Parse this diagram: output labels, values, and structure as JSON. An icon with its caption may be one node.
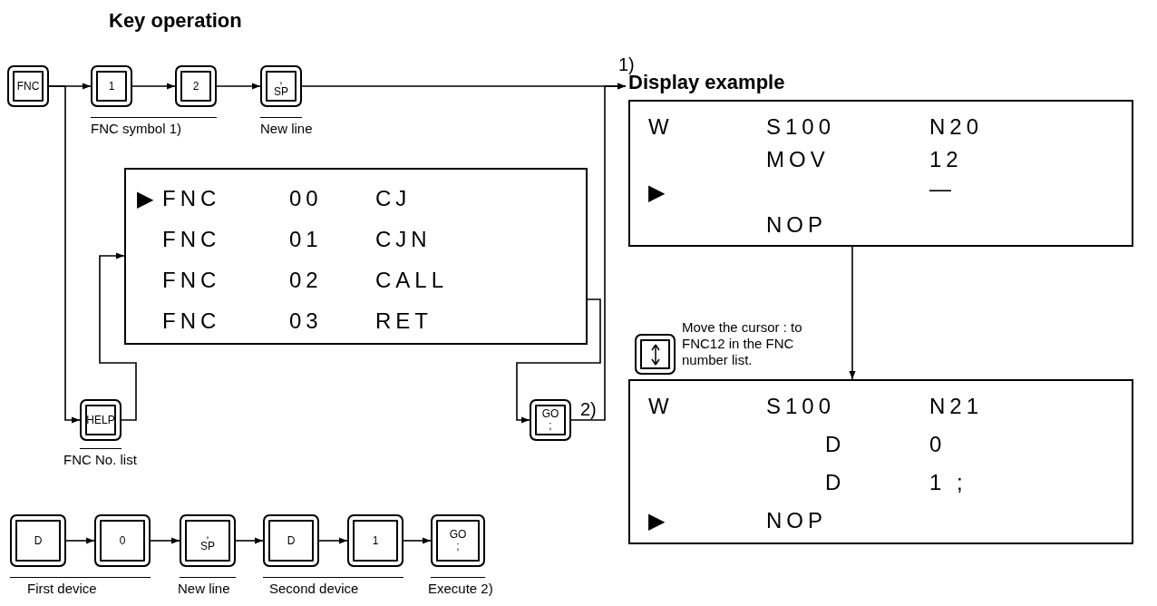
{
  "diagram": {
    "nodes": [
      {
        "text": [
          "FNC"
        ]
      },
      {
        "text": [
          "1"
        ]
      },
      {
        "text": [
          "2"
        ]
      },
      {
        "text": [
          ",",
          "SP"
        ]
      },
      {
        "text": [
          "HELP"
        ]
      },
      {
        "text": [
          "▶",
          "FNC",
          "00",
          "CJ",
          "FNC",
          "01",
          "CJN",
          "FNC",
          "02",
          "CALL",
          "FNC",
          "03",
          "RET"
        ]
      },
      {
        "text": [
          "GO",
          ";"
        ]
      },
      {
        "text": [
          "W",
          "S100",
          "N20",
          "MOV",
          "12",
          "▶",
          "—",
          "NOP"
        ]
      },
      {
        "text": [
          "W",
          "S100",
          "N21",
          "D",
          "0",
          "D",
          "1 ;",
          "▶",
          "NOP"
        ]
      },
      {
        "text": [],
        "shape": "box",
        "beside": [
          "Move the cursor : to FNC12 in the FNC number list."
        ]
      },
      {
        "text": [
          "D"
        ]
      },
      {
        "text": [
          "0"
        ]
      },
      {
        "text": [
          ",",
          "SP"
        ]
      },
      {
        "text": [
          "D"
        ]
      },
      {
        "text": [
          "1"
        ]
      },
      {
        "text": [
          "GO",
          ";"
        ]
      }
    ],
    "edges": [
      {
        "from": 0,
        "to": 1,
        "arrow": "to"
      },
      {
        "from": 0,
        "to": 4,
        "arrow": "to"
      },
      {
        "from": 1,
        "to": 2,
        "arrow": "to"
      },
      {
        "from": 2,
        "to": 3,
        "arrow": "to"
      },
      {
        "from": 3,
        "to": 7,
        "arrow": "to"
      },
      {
        "from": 4,
        "to": 5,
        "arrow": "to"
      },
      {
        "from": 5,
        "to": 6,
        "arrow": "to"
      },
      {
        "from": 6,
        "to": 7,
        "arrow": "to"
      },
      {
        "from": 7,
        "to": 8,
        "arrow": "to"
      },
      {
        "from": 10,
        "to": 11,
        "arrow": "to"
      },
      {
        "from": 11,
        "to": 12,
        "arrow": "to"
      },
      {
        "from": 12,
        "to": 13,
        "arrow": "to"
      },
      {
        "from": 13,
        "to": 14,
        "arrow": "to"
      },
      {
        "from": 14,
        "to": 15,
        "arrow": "to"
      }
    ],
    "labels": [
      "Key operation",
      "Display example",
      "FNC symbol 1)",
      "New line",
      "1)",
      "2)",
      "FNC No. list",
      "First device",
      "New line",
      "Second device",
      "Execute 2)"
    ]
  }
}
